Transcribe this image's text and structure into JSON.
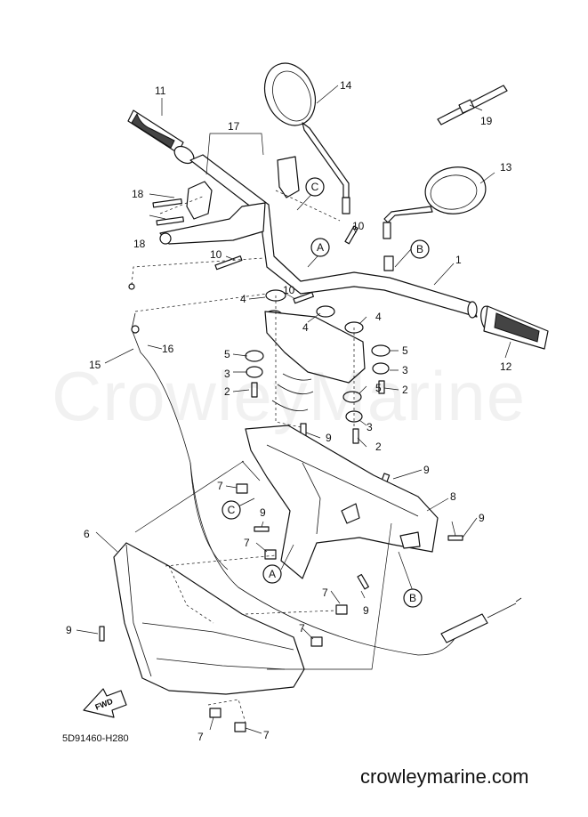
{
  "watermark": "CrowleyMarine",
  "doc_id": "5D91460-H280",
  "site": "crowleymarine.com",
  "fwd_label": "FWD",
  "callouts": [
    "1",
    "2",
    "3",
    "4",
    "5",
    "6",
    "7",
    "8",
    "9",
    "10",
    "11",
    "12",
    "13",
    "14",
    "15",
    "16",
    "17",
    "18",
    "19"
  ],
  "refs": [
    "A",
    "B",
    "C"
  ]
}
